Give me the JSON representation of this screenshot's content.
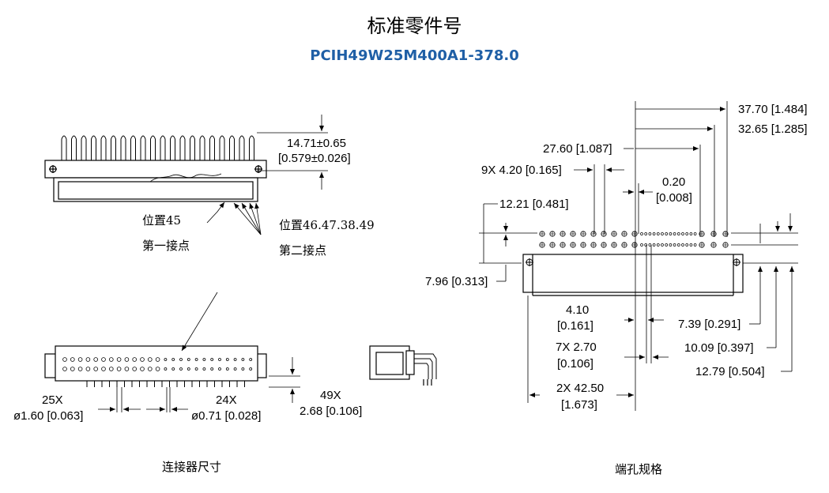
{
  "header": {
    "title": "标准零件号",
    "part_number": "PCIH49W25M400A1-378.0",
    "part_number_color": "#1f5fa6"
  },
  "left_top": {
    "dim_height": "14.71±0.65",
    "dim_height_inch": "[0.579±0.026]",
    "pos45": "位置45",
    "first_contact": "第一接点",
    "pos_others": "位置46.47.38.49",
    "second_contact": "第二接点"
  },
  "left_bottom": {
    "count_25": "25X",
    "dia_25": "ø1.60 [0.063]",
    "count_24": "24X",
    "dia_24": "ø0.71 [0.028]",
    "count_49": "49X",
    "len_49": "2.68 [0.106]",
    "caption": "连接器尺寸"
  },
  "right": {
    "d1": "37.70 [1.484]",
    "d2": "32.65 [1.285]",
    "d3": "27.60 [1.087]",
    "d4": "9X 4.20 [0.165]",
    "d5a": "0.20",
    "d5b": "[0.008]",
    "d6": "12.21 [0.481]",
    "d7": "7.96 [0.313]",
    "d8a": "4.10",
    "d8b": "[0.161]",
    "d9a": "7X 2.70",
    "d9b": "[0.106]",
    "d10a": "2X 42.50",
    "d10b": "[1.673]",
    "d11": "7.39 [0.291]",
    "d12": "10.09 [0.397]",
    "d13": "12.79 [0.504]",
    "caption": "端孔规格"
  }
}
